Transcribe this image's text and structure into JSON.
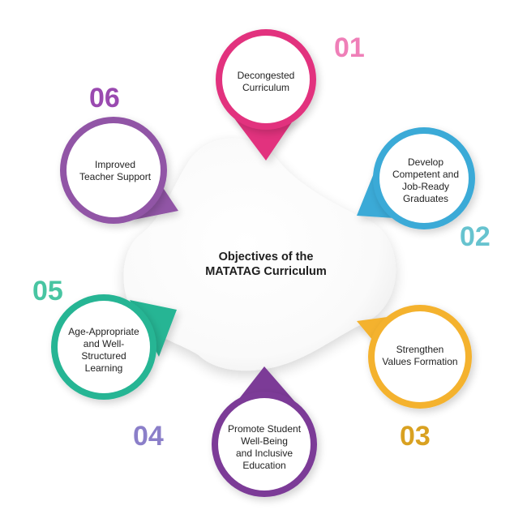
{
  "diagram": {
    "center_title": [
      "Objectives of the",
      "MATATAG Curriculum"
    ],
    "objectives": [
      {
        "number": "01",
        "label": [
          "Decongested",
          "Curriculum"
        ],
        "color": "#e2327e"
      },
      {
        "number": "02",
        "label": [
          "Develop",
          "Competent and",
          "Job-Ready",
          "Graduates"
        ],
        "color": "#3aaad7"
      },
      {
        "number": "03",
        "label": [
          "Strengthen",
          "Values Formation"
        ],
        "color": "#f4b22e"
      },
      {
        "number": "04",
        "label": [
          "Promote Student",
          "Well-Being",
          "and Inclusive",
          "Education"
        ],
        "color": "#7b3a97"
      },
      {
        "number": "05",
        "label": [
          "Age-Appropriate",
          "and Well-",
          "Structured",
          "Learning"
        ],
        "color": "#27b594"
      },
      {
        "number": "06",
        "label": [
          "Improved",
          "Teacher Support"
        ],
        "color": "#9155a6"
      }
    ],
    "number_colors": [
      "#ef7fb8",
      "#67c3cf",
      "#d9a121",
      "#8b7fc9",
      "#48c5a2",
      "#9a4ab0"
    ]
  }
}
